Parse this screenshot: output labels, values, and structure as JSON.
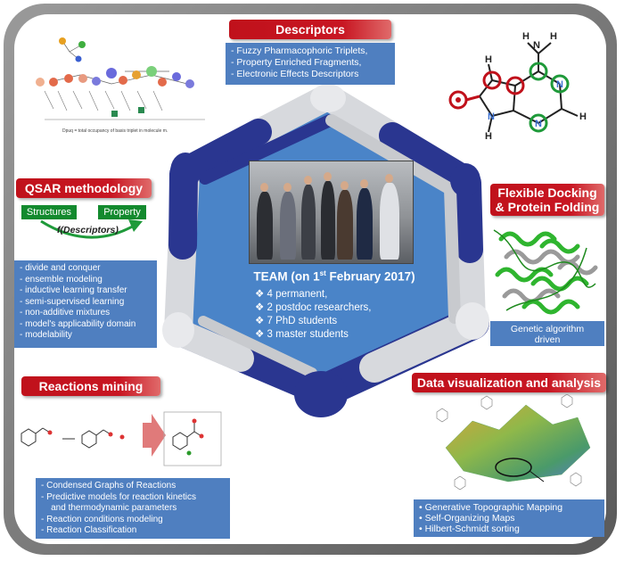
{
  "descriptors": {
    "title": "Descriptors",
    "items": [
      "- Fuzzy Pharmacophoric Triplets,",
      "- Property Enriched Fragments,",
      "- Electronic Effects Descriptors"
    ],
    "caption": "Dpuq = total occupancy of basis triplet in molecule m."
  },
  "qsar": {
    "title": "QSAR methodology",
    "structures": "Structures",
    "property": "Property",
    "function": "f(Descriptors)",
    "items": [
      "- divide and conquer",
      "- ensemble modeling",
      "- inductive learning transfer",
      "- semi-supervised learning",
      "- non-additive mixtures",
      "- model's applicability domain",
      "- modelability"
    ]
  },
  "docking": {
    "title_line1": "Flexible Docking",
    "title_line2": "& Protein Folding",
    "caption_line1": "Genetic algorithm",
    "caption_line2": "driven"
  },
  "reactions": {
    "title": "Reactions mining",
    "items": [
      "-  Condensed Graphs of Reactions",
      "-  Predictive models for reaction kinetics",
      "    and thermodynamic parameters",
      "-  Reaction conditions modeling",
      "-  Reaction Classification"
    ]
  },
  "dataviz": {
    "title": "Data visualization and analysis",
    "items": [
      "•  Generative Topographic Mapping",
      "•  Self-Organizing Maps",
      "•  Hilbert-Schmidt sorting"
    ]
  },
  "team": {
    "title_pre": "TEAM  (on 1",
    "title_sup": "st",
    "title_post": " February 2017)",
    "items": [
      "4 permanent,",
      "2 postdoc researchers,",
      "7 PhD students",
      "3 master students"
    ]
  },
  "molecule": {
    "atom_h": "H",
    "atom_n": "N"
  },
  "colors": {
    "accent_red": "#c0111b",
    "box_blue": "#4f7fc0",
    "hex_blue": "#25318a",
    "green": "#138a2e"
  }
}
